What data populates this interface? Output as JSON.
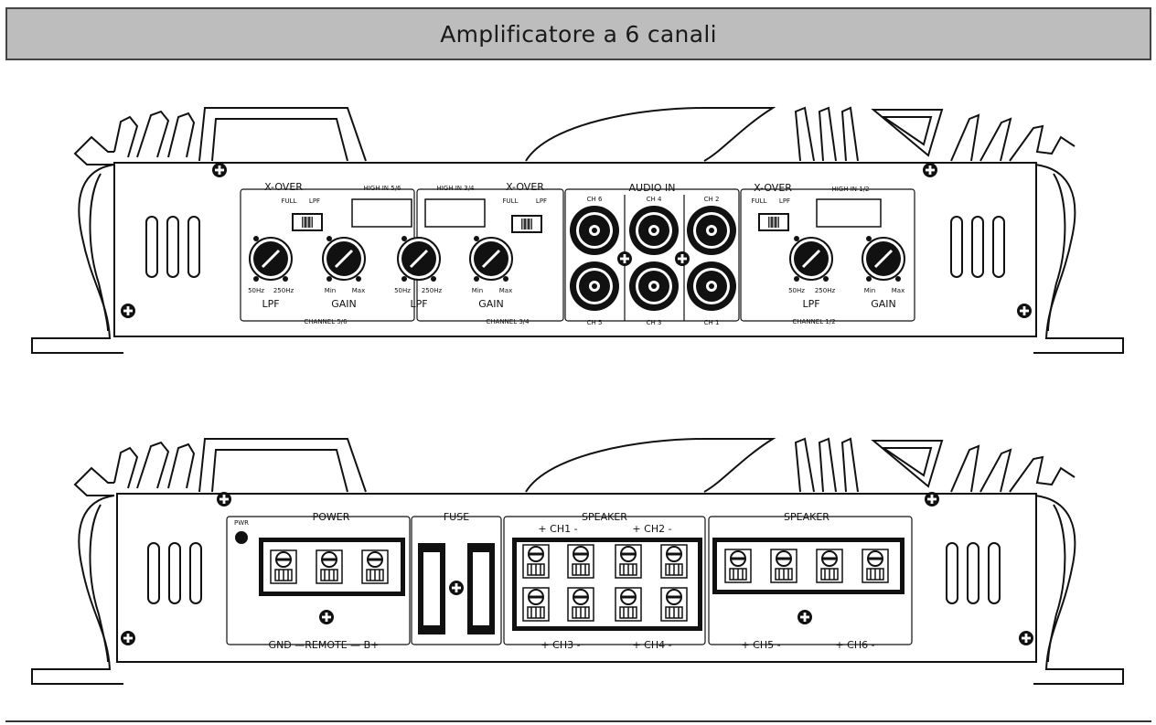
{
  "title": "Amplificatore a 6 canali",
  "front_panel": {
    "groups": [
      {
        "xover": "X-OVER",
        "full": "FULL",
        "lpf_switch": "LPF",
        "high_in": "HIGH IN 5/6",
        "hz_low": "50Hz",
        "hz_high": "250Hz",
        "lpf": "LPF",
        "min": "Min",
        "max": "Max",
        "gain": "GAIN",
        "channel": "CHANNEL 5/6"
      },
      {
        "xover": "X-OVER",
        "full": "FULL",
        "lpf_switch": "LPF",
        "high_in": "HIGH IN 3/4",
        "hz_low": "50Hz",
        "hz_high": "250Hz",
        "lpf": "LPF",
        "min": "Min",
        "max": "Max",
        "gain": "GAIN",
        "channel": "CHANNEL 3/4"
      },
      {
        "xover": "X-OVER",
        "full": "FULL",
        "lpf_switch": "LPF",
        "high_in": "HIGH IN 1/2",
        "hz_low": "50Hz",
        "hz_high": "250Hz",
        "lpf": "LPF",
        "min": "Min",
        "max": "Max",
        "gain": "GAIN",
        "channel": "CHANNEL 1/2"
      }
    ],
    "audio_in": {
      "label": "AUDIO IN",
      "top": [
        "CH 6",
        "CH 4",
        "CH 2"
      ],
      "bottom": [
        "CH 5",
        "CH 3",
        "CH 1"
      ]
    }
  },
  "rear_panel": {
    "pwr": "PWR",
    "power": "POWER",
    "power_terms": "GND —REMOTE — B+",
    "fuse": "FUSE",
    "speaker_a": {
      "label": "SPEAKER",
      "top": [
        "+ CH1 -",
        "+ CH2 -"
      ],
      "bottom": [
        "+ CH3 -",
        "+ CH4 -"
      ]
    },
    "speaker_b": {
      "label": "SPEAKER",
      "bottom": [
        "+ CH5 -",
        "+ CH6 -"
      ]
    }
  }
}
